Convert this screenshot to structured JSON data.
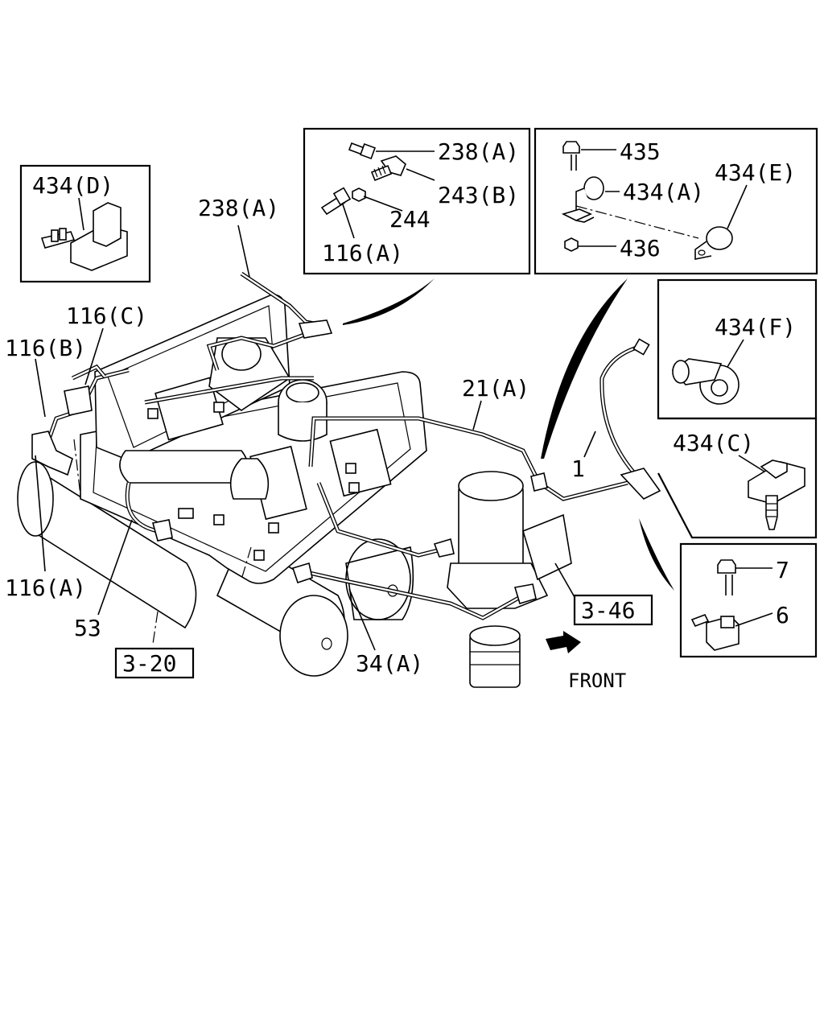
{
  "labels": {
    "top_box_238A": "238(A)",
    "top_box_243B": "243(B)",
    "top_box_244": "244",
    "top_box_116A": "116(A)",
    "tr_box_435": "435",
    "tr_box_434A": "434(A)",
    "tr_box_434E": "434(E)",
    "tr_box_436": "436",
    "left_box_434D": "434(D)",
    "main_238A": "238(A)",
    "main_116C": "116(C)",
    "main_116B": "116(B)",
    "main_116A": "116(A)",
    "main_21A": "21(A)",
    "main_1": "1",
    "main_53": "53",
    "main_34A": "34(A)",
    "ref_3_20": "3-20",
    "ref_3_46": "3-46",
    "front": "FRONT",
    "f_box_434F": "434(F)",
    "c_box_434C": "434(C)",
    "br_box_7": "7",
    "br_box_6": "6"
  }
}
